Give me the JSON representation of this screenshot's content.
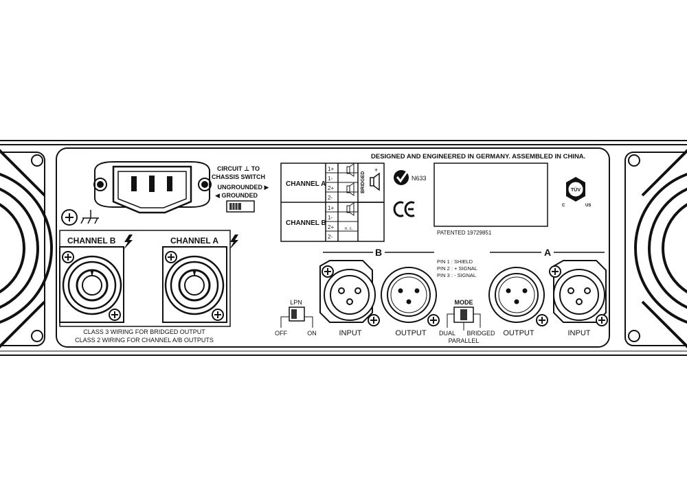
{
  "header": {
    "origin": "DESIGNED AND ENGINEERED IN GERMANY. ASSEMBLED IN CHINA."
  },
  "ground_switch": {
    "line1": "CIRCUIT ⊥ TO",
    "line2": "CHASSIS SWITCH",
    "ungrounded": "UNGROUNDED ▶",
    "grounded": "◀ GROUNDED"
  },
  "wiring_table": {
    "channel_a": "CHANNEL A",
    "channel_b": "CHANNEL B",
    "pins": [
      "1+",
      "1-",
      "2+",
      "2-"
    ],
    "bridged": "BRIDGED",
    "plus": "+",
    "nc": "n. c."
  },
  "certs": {
    "ctick_code": "N633",
    "tuv_name": "TÜV",
    "ul_c": "C",
    "ul_us": "US",
    "patent": "PATENTED 19729851"
  },
  "speakon": {
    "channel_b": "CHANNEL B",
    "channel_a": "CHANNEL A",
    "note1": "CLASS 3 WIRING FOR BRIDGED OUTPUT",
    "note2": "CLASS 2 WIRING FOR CHANNEL A/B OUTPUTS"
  },
  "lpn": {
    "title": "LPN",
    "off": "OFF",
    "on": "ON"
  },
  "section_b": {
    "letter": "B",
    "input": "INPUT",
    "output": "OUTPUT"
  },
  "section_a": {
    "letter": "A",
    "input": "INPUT",
    "output": "OUTPUT"
  },
  "pins": {
    "p1": "PIN 1 :   SHIELD",
    "p2": "PIN 2 : + SIGNAL",
    "p3": "PIN 3 : - SIGNAL"
  },
  "mode": {
    "title": "MODE",
    "dual": "DUAL",
    "bridged": "BRIDGED",
    "parallel": "PARALLEL"
  }
}
